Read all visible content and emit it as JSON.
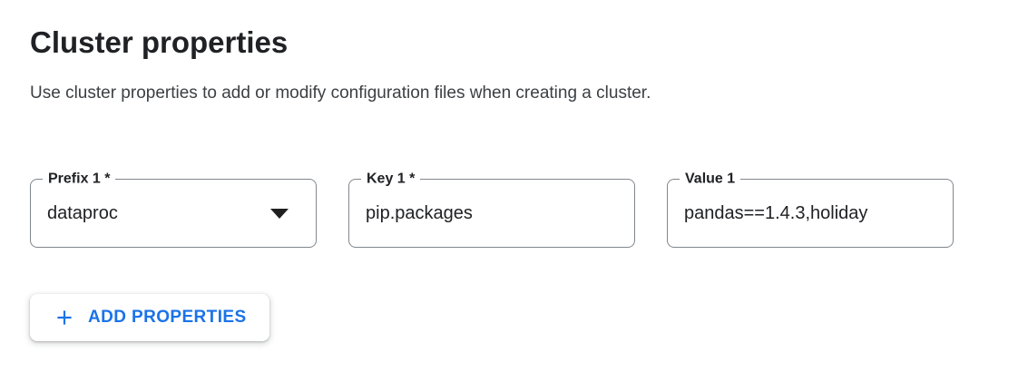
{
  "header": {
    "title": "Cluster properties",
    "description": "Use cluster properties to add or modify configuration files when creating a cluster."
  },
  "fields": {
    "prefix": {
      "label": "Prefix 1 *",
      "value": "dataproc",
      "icon": "dropdown-arrow-icon"
    },
    "key": {
      "label": "Key 1 *",
      "value": "pip.packages"
    },
    "value": {
      "label": "Value 1",
      "value": "pandas==1.4.3,holiday"
    }
  },
  "actions": {
    "add_properties_label": "ADD PROPERTIES",
    "icon": "plus-icon"
  },
  "colors": {
    "accent_blue": "#1a73e8",
    "text_primary": "#202124",
    "text_secondary": "#3c4043",
    "field_border": "#80868b",
    "background": "#ffffff"
  }
}
